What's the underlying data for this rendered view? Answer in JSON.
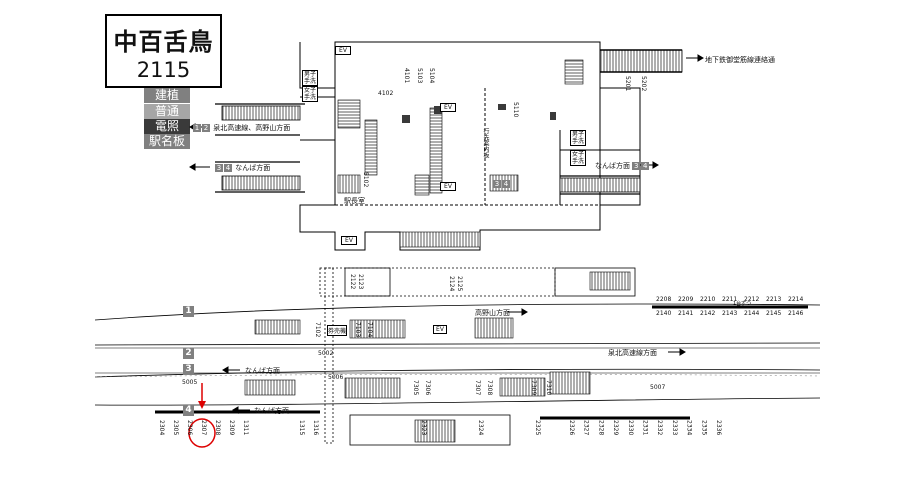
{
  "station": {
    "name": "中百舌鳥",
    "code": "2115"
  },
  "legend": [
    {
      "label": "建植",
      "color": "#808080"
    },
    {
      "label": "普通",
      "color": "#a6a6a6"
    },
    {
      "label": "電照",
      "color": "#3a3a3a"
    },
    {
      "label": "駅名板",
      "color": "#808080"
    }
  ],
  "concourse": {
    "left_direction_1": {
      "nums": [
        "1",
        "2"
      ],
      "text": "泉北高速線、高野山方面"
    },
    "left_direction_2": {
      "nums": [
        "3",
        "4"
      ],
      "text": "なんば方面"
    },
    "right_direction": {
      "nums": [
        "3",
        "4"
      ],
      "text": "なんば方面"
    },
    "subway_link": "地下鉄御堂筋線連絡通",
    "ev_labels": [
      "EV",
      "EV",
      "EV",
      "EV"
    ],
    "toilets": [
      {
        "top": "男子",
        "bottom": "手洗"
      },
      {
        "top": "女子",
        "bottom": "手洗"
      },
      {
        "top": "男子",
        "bottom": "手洗"
      },
      {
        "top": "女子",
        "bottom": "手洗"
      }
    ],
    "station_office": "駅長室",
    "ticket_label": "行先案内板",
    "codes": [
      "4101",
      "4102",
      "5103",
      "5104",
      "5110",
      "5102",
      "5201",
      "5202"
    ],
    "track_pair": [
      "3",
      "4"
    ]
  },
  "platforms": {
    "p1_label": "1",
    "p2_label": "2",
    "p3_label": "3",
    "p4_label": "4",
    "dir_koya": "高野山方面",
    "dir_senboku": "泉北高速線方面",
    "dir_namba_3": "なんば方面",
    "dir_namba_4": "なんば方面",
    "code_5002": "5002",
    "code_5005": "5005",
    "code_5006": "5006",
    "code_5007": "5007",
    "ev": "EV",
    "top_codes": [
      "2122",
      "2123",
      "2124",
      "2125"
    ],
    "p1_codes": [
      "7102",
      "7103",
      "7104"
    ],
    "p3_codes": [
      "7305",
      "7306",
      "7307",
      "7308",
      "7309",
      "7310"
    ],
    "p1_box": "券売機",
    "sign_codes_top": [
      "2208",
      "2209",
      "2210",
      "2211",
      "2212",
      "2213",
      "2214"
    ],
    "sign_codes_bottom": [
      "2140",
      "2141",
      "2142",
      "2143",
      "2144",
      "2145",
      "2146"
    ],
    "sign_tag": "1台ずつ",
    "bottom_codes_left": [
      "2304",
      "2305",
      "2306",
      "2307",
      "2308",
      "2309",
      "1311"
    ],
    "bottom_codes_mid": [
      "1315",
      "1316"
    ],
    "bottom_codes_center": [
      "2323",
      "2324",
      "2325"
    ],
    "bottom_codes_right": [
      "2326",
      "2327",
      "2328",
      "2329",
      "2330",
      "2331",
      "2332",
      "2333",
      "2334",
      "2335",
      "2336"
    ],
    "highlight_code": "2307"
  }
}
